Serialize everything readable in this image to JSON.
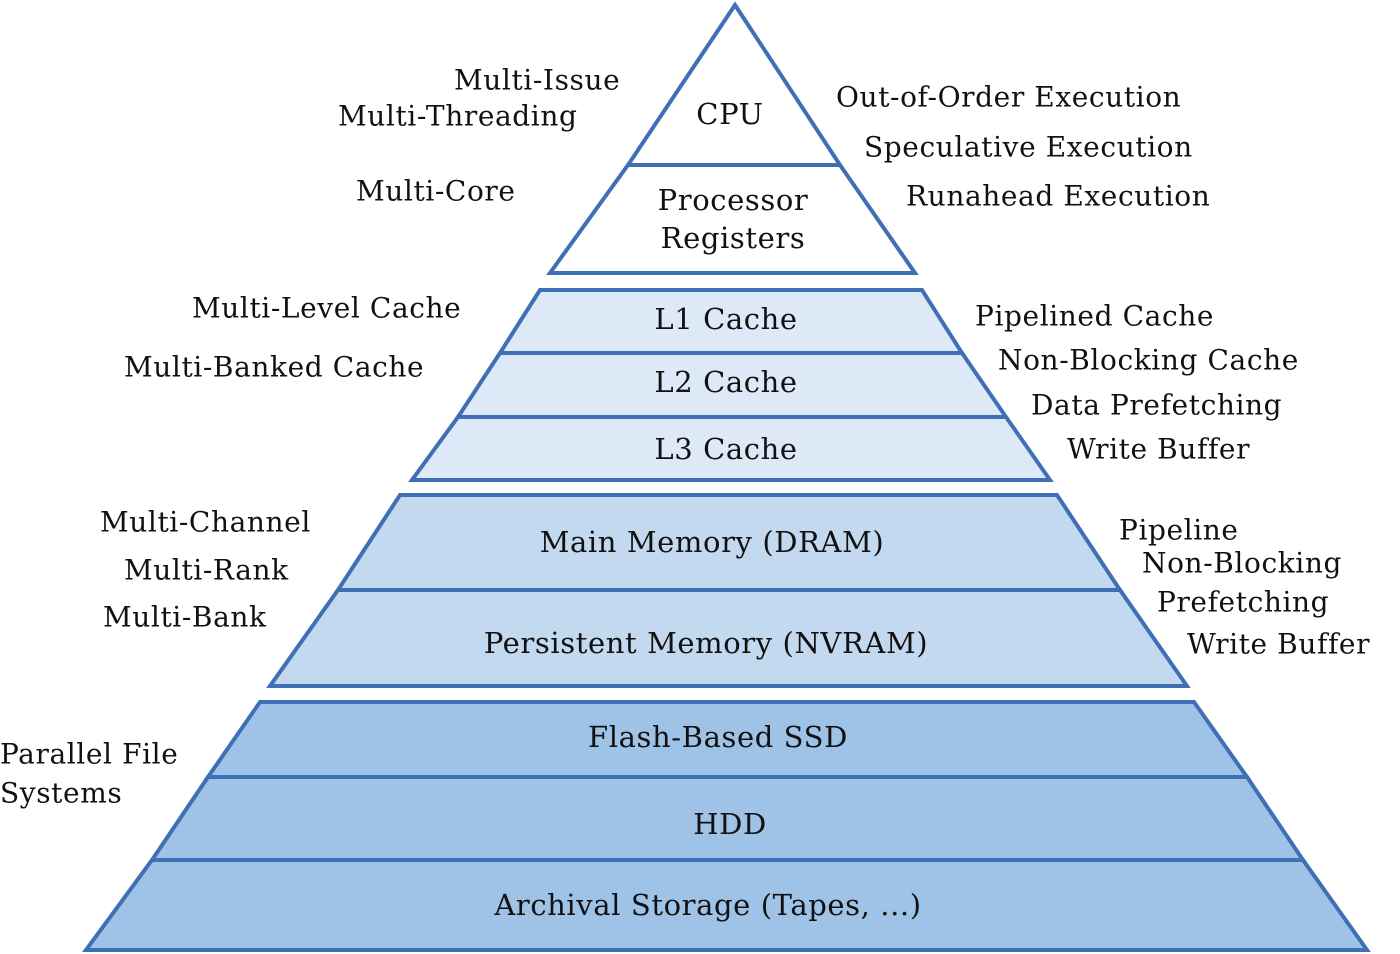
{
  "colors": {
    "outline": "#3f6fb5",
    "cpu_group_fill": "#ffffff",
    "cache_group_fill": "#dde9f6",
    "memory_group_fill": "#c3d9ef",
    "storage_group_fill": "#9fc3e7",
    "text": "#111111"
  },
  "pyramid": {
    "levels": {
      "cpu": [
        "CPU"
      ],
      "registers": [
        "Processor",
        "Registers"
      ],
      "l1": [
        "L1 Cache"
      ],
      "l2": [
        "L2 Cache"
      ],
      "l3": [
        "L3 Cache"
      ],
      "dram": [
        "Main Memory (DRAM)"
      ],
      "nvram": [
        "Persistent Memory (NVRAM)"
      ],
      "ssd": [
        "Flash-Based SSD"
      ],
      "hdd": [
        "HDD"
      ],
      "archival": [
        "Archival Storage (Tapes, ...)"
      ]
    }
  },
  "annotations": {
    "cpu_left": [
      "Multi-Issue",
      "Multi-Threading",
      "Multi-Core"
    ],
    "cpu_right": [
      "Out-of-Order Execution",
      "Speculative Execution",
      "Runahead Execution"
    ],
    "cache_left": [
      "Multi-Level Cache",
      "Multi-Banked Cache"
    ],
    "cache_right": [
      "Pipelined Cache",
      "Non-Blocking Cache",
      "Data Prefetching",
      "Write Buffer"
    ],
    "memory_left": [
      "Multi-Channel",
      "Multi-Rank",
      "Multi-Bank"
    ],
    "memory_right": [
      "Pipeline",
      "Non-Blocking",
      "Prefetching",
      "Write Buffer"
    ],
    "storage_left": [
      "Parallel File",
      "Systems"
    ]
  }
}
